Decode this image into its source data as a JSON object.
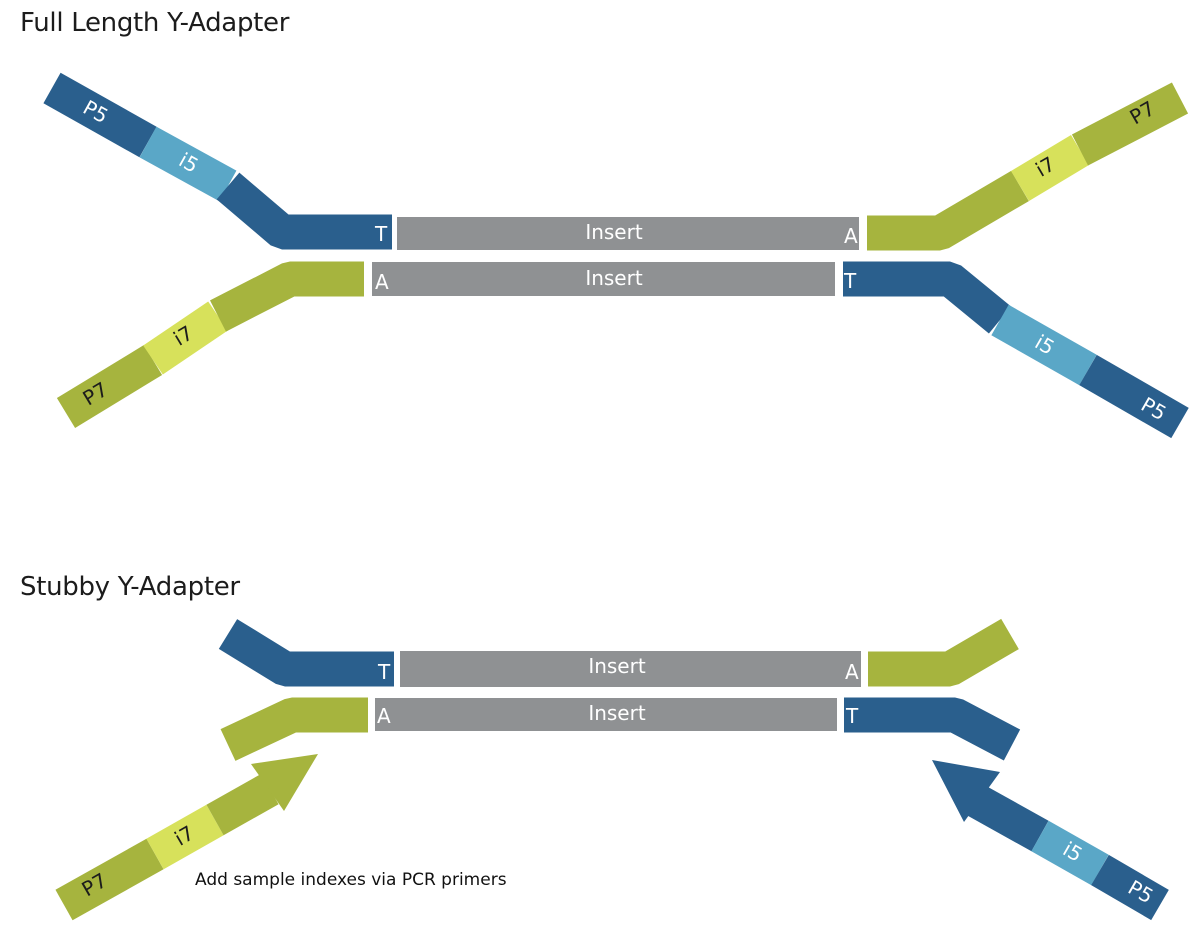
{
  "colors": {
    "p5": "#2a5f8d",
    "i5": "#5aa7c7",
    "p7": "#a6b43e",
    "i7": "#d7e15b",
    "insert": "#8f9193",
    "text_light": "#ffffff",
    "text_dark": "#1c1c1c"
  },
  "full_adapter": {
    "title": "Full Length Y-Adapter",
    "top_strand": {
      "left_base": "T",
      "insert": "Insert",
      "right_base": "A"
    },
    "bottom_strand": {
      "left_base": "A",
      "insert": "Insert",
      "right_base": "T"
    },
    "upper_left_arm": {
      "segment_outer": "P5",
      "segment_index": "i5"
    },
    "lower_left_arm": {
      "segment_outer": "P7",
      "segment_index": "i7"
    },
    "upper_right_arm": {
      "segment_outer": "P7",
      "segment_index": "i7"
    },
    "lower_right_arm": {
      "segment_outer": "P5",
      "segment_index": "i5"
    }
  },
  "stubby_adapter": {
    "title": "Stubby Y-Adapter",
    "top_strand": {
      "left_base": "T",
      "insert": "Insert",
      "right_base": "A"
    },
    "bottom_strand": {
      "left_base": "A",
      "insert": "Insert",
      "right_base": "T"
    },
    "left_primer": {
      "segment_outer": "P7",
      "segment_index": "i7"
    },
    "right_primer": {
      "segment_outer": "P5",
      "segment_index": "i5"
    },
    "note": "Add sample indexes via PCR primers"
  }
}
